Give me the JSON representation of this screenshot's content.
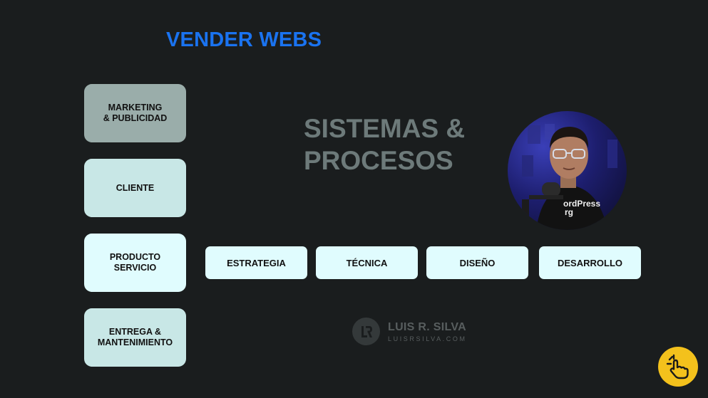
{
  "header": {
    "title": "VENDER WEBS"
  },
  "left_column": [
    {
      "label": "MARKETING\n& PUBLICIDAD"
    },
    {
      "label": "CLIENTE"
    },
    {
      "label": "PRODUCTO\nSERVICIO"
    },
    {
      "label": "ENTREGA &\nMANTENIMIENTO"
    }
  ],
  "heading": {
    "line1": "SISTEMAS &",
    "line2": "PROCESOS"
  },
  "bottom_row": [
    {
      "label": "ESTRATEGIA"
    },
    {
      "label": "TÉCNICA"
    },
    {
      "label": "DISEÑO"
    },
    {
      "label": "DESARROLLO"
    }
  ],
  "presenter": {
    "shirt_text_1": "ordPress",
    "shirt_text_2": "rg"
  },
  "brand": {
    "name": "LUIS R. SILVA",
    "url": "LUISRSILVA.COM"
  },
  "colors": {
    "background": "#1a1d1e",
    "title": "#1a73f0",
    "heading": "#6d7a7a",
    "badge": "#f3c11c"
  },
  "icons": {
    "brand_logo": "lr-monogram-icon",
    "corner_badge": "pointing-hand-icon"
  }
}
